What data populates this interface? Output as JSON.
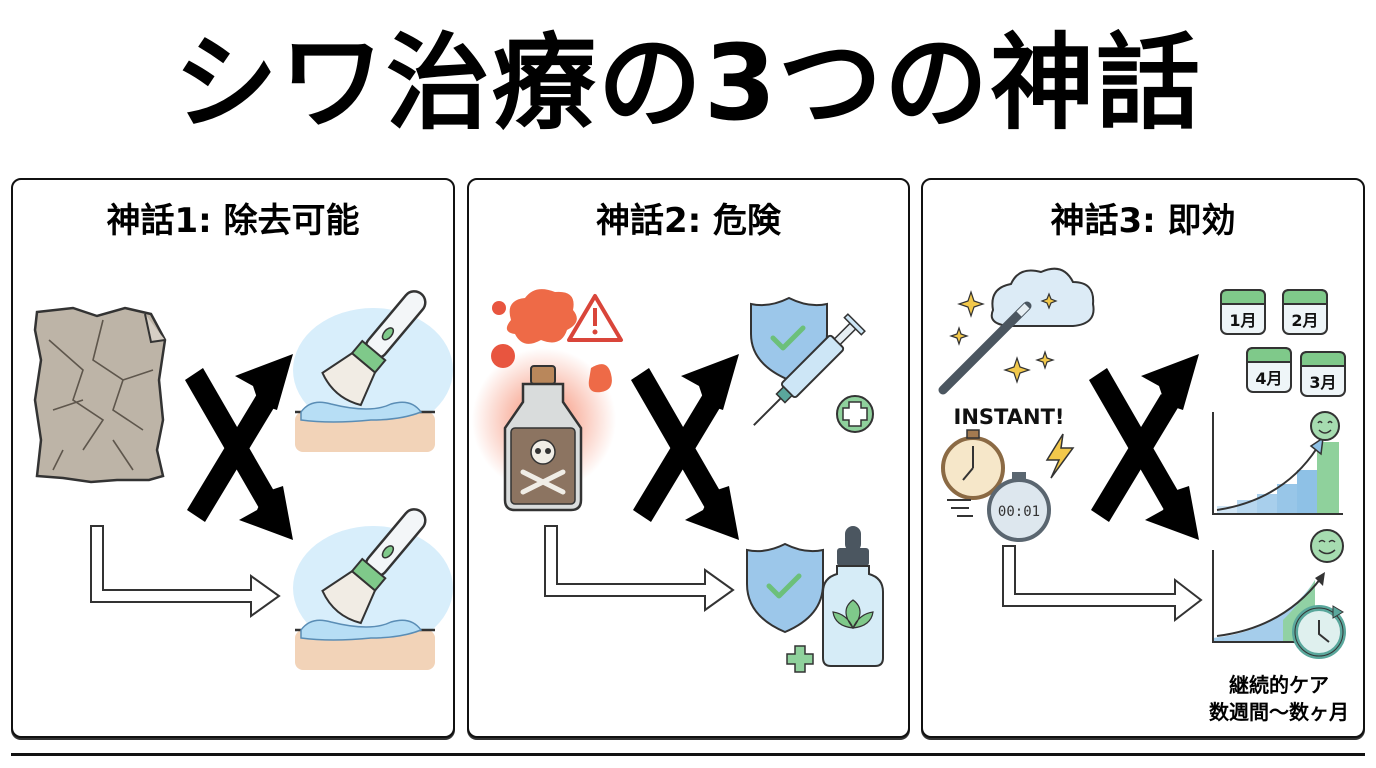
{
  "title": "シワ治療の3つの神話",
  "panels": [
    {
      "heading": "神話1: 除去可能",
      "myth_icon": "crumpled-paper-icon",
      "crossed_icon": "cross-arrows-icon",
      "myth_result_icon": "brush-on-skin-icon",
      "fact_arrow_icon": "outline-arrow-icon",
      "fact_result_icon": "brush-on-skin-icon"
    },
    {
      "heading": "神話2: 危険",
      "myth_icon": "poison-bottle-icon",
      "warning_icon": "warning-triangle-icon",
      "crossed_icon": "cross-arrows-icon",
      "myth_result_icons": [
        "shield-check-icon",
        "syringe-icon",
        "plus-circle-icon"
      ],
      "fact_arrow_icon": "outline-arrow-icon",
      "fact_result_icons": [
        "shield-check-icon",
        "serum-dropper-bottle-icon",
        "plus-icon"
      ]
    },
    {
      "heading": "神話3: 即効",
      "myth_icons": [
        "magic-wand-icon",
        "cloud-icon",
        "sparkle-icon",
        "stopwatch-icon",
        "lightning-icon"
      ],
      "instant_label": "INSTANT!",
      "stopwatch_readout": "00:01",
      "crossed_icon": "cross-arrows-icon",
      "calendar_months": [
        "1月",
        "2月",
        "4月",
        "3月"
      ],
      "growth_chart_icon": "step-growth-chart-icon",
      "fact_arrow_icon": "outline-arrow-icon",
      "fact_result_icons": [
        "growth-curve-icon",
        "smiley-icon",
        "clock-refresh-icon"
      ],
      "caption_line1": "継続的ケア",
      "caption_line2": "数週間〜数ヶ月"
    }
  ],
  "colors": {
    "ink": "#111111",
    "skin": "#f2d3b8",
    "gel_blue": "#b7def5",
    "brush_green": "#7fc98a",
    "paper_gray": "#bdb4a7",
    "poison_red": "#e8553f",
    "shield_blue": "#9cc7ea",
    "calendar_green": "#7fc98a",
    "chart_blue": "#8ec1e6",
    "teal": "#5aa79c",
    "gold": "#f2c84b"
  }
}
